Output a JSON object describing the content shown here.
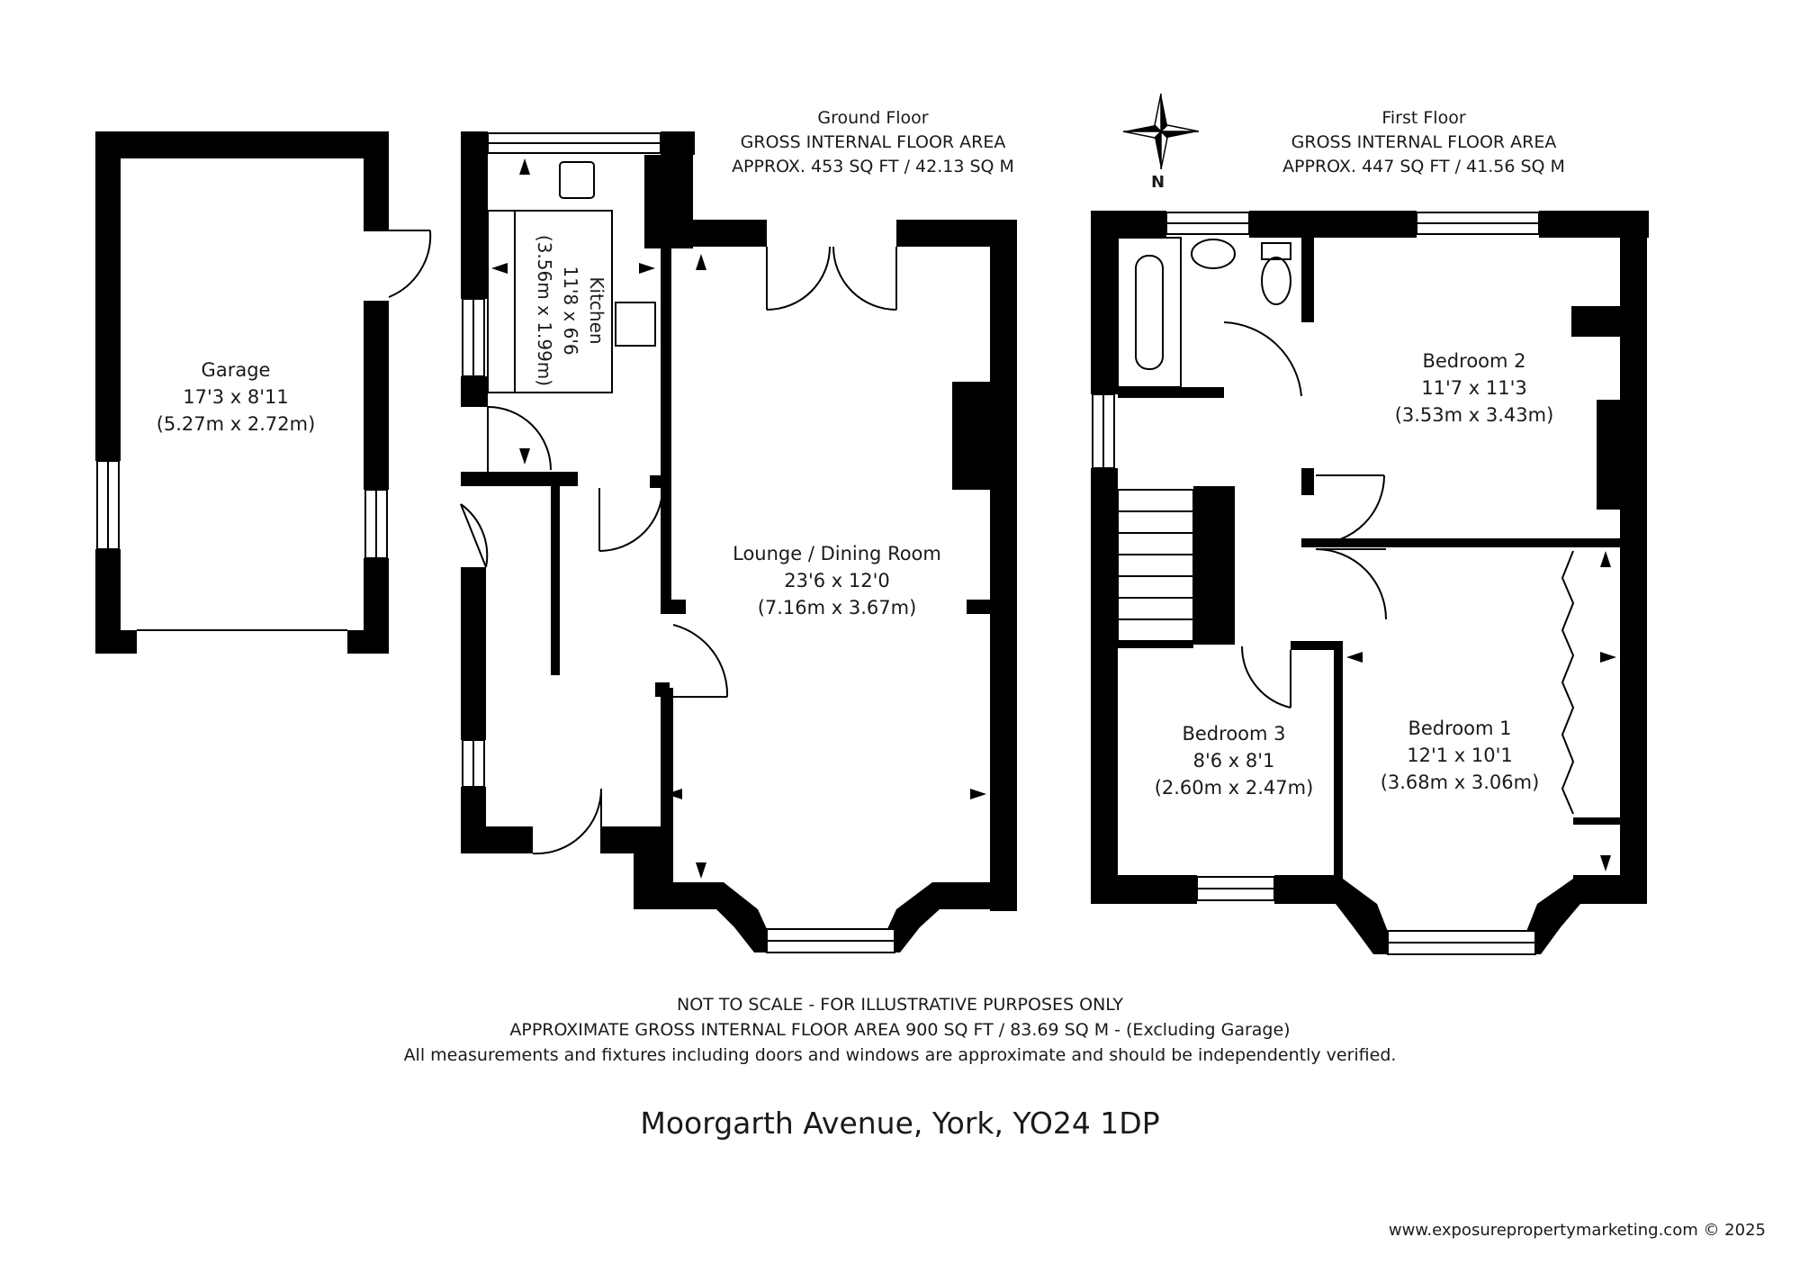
{
  "ground_floor": {
    "title": "Ground Floor",
    "area_label": "GROSS INTERNAL FLOOR AREA",
    "area_value": "APPROX. 453 SQ FT / 42.13 SQ M"
  },
  "first_floor": {
    "title": "First Floor",
    "area_label": "GROSS INTERNAL FLOOR AREA",
    "area_value": "APPROX. 447 SQ FT / 41.56 SQ M"
  },
  "compass": {
    "label": "N"
  },
  "rooms": {
    "garage": {
      "name": "Garage",
      "imperial": "17'3 x 8'11",
      "metric": "(5.27m x 2.72m)"
    },
    "kitchen": {
      "name": "Kitchen",
      "imperial": "11'8 x 6'6",
      "metric": "(3.56m x 1.99m)"
    },
    "lounge": {
      "name": "Lounge / Dining Room",
      "imperial": "23'6 x 12'0",
      "metric": "(7.16m x 3.67m)"
    },
    "bedroom2": {
      "name": "Bedroom 2",
      "imperial": "11'7 x 11'3",
      "metric": "(3.53m x 3.43m)"
    },
    "bedroom3": {
      "name": "Bedroom 3",
      "imperial": "8'6 x 8'1",
      "metric": "(2.60m x 2.47m)"
    },
    "bedroom1": {
      "name": "Bedroom 1",
      "imperial": "12'1 x 10'1",
      "metric": "(3.68m x 3.06m)"
    }
  },
  "notes": {
    "line1": "NOT TO SCALE - FOR ILLUSTRATIVE PURPOSES ONLY",
    "line2": "APPROXIMATE GROSS INTERNAL FLOOR AREA 900 SQ FT / 83.69 SQ M - (Excluding Garage)",
    "line3": "All measurements and fixtures including doors and windows are approximate and should be independently verified."
  },
  "address": "Moorgarth Avenue, York, YO24 1DP",
  "copyright": "www.exposurepropertymarketing.com © 2025"
}
